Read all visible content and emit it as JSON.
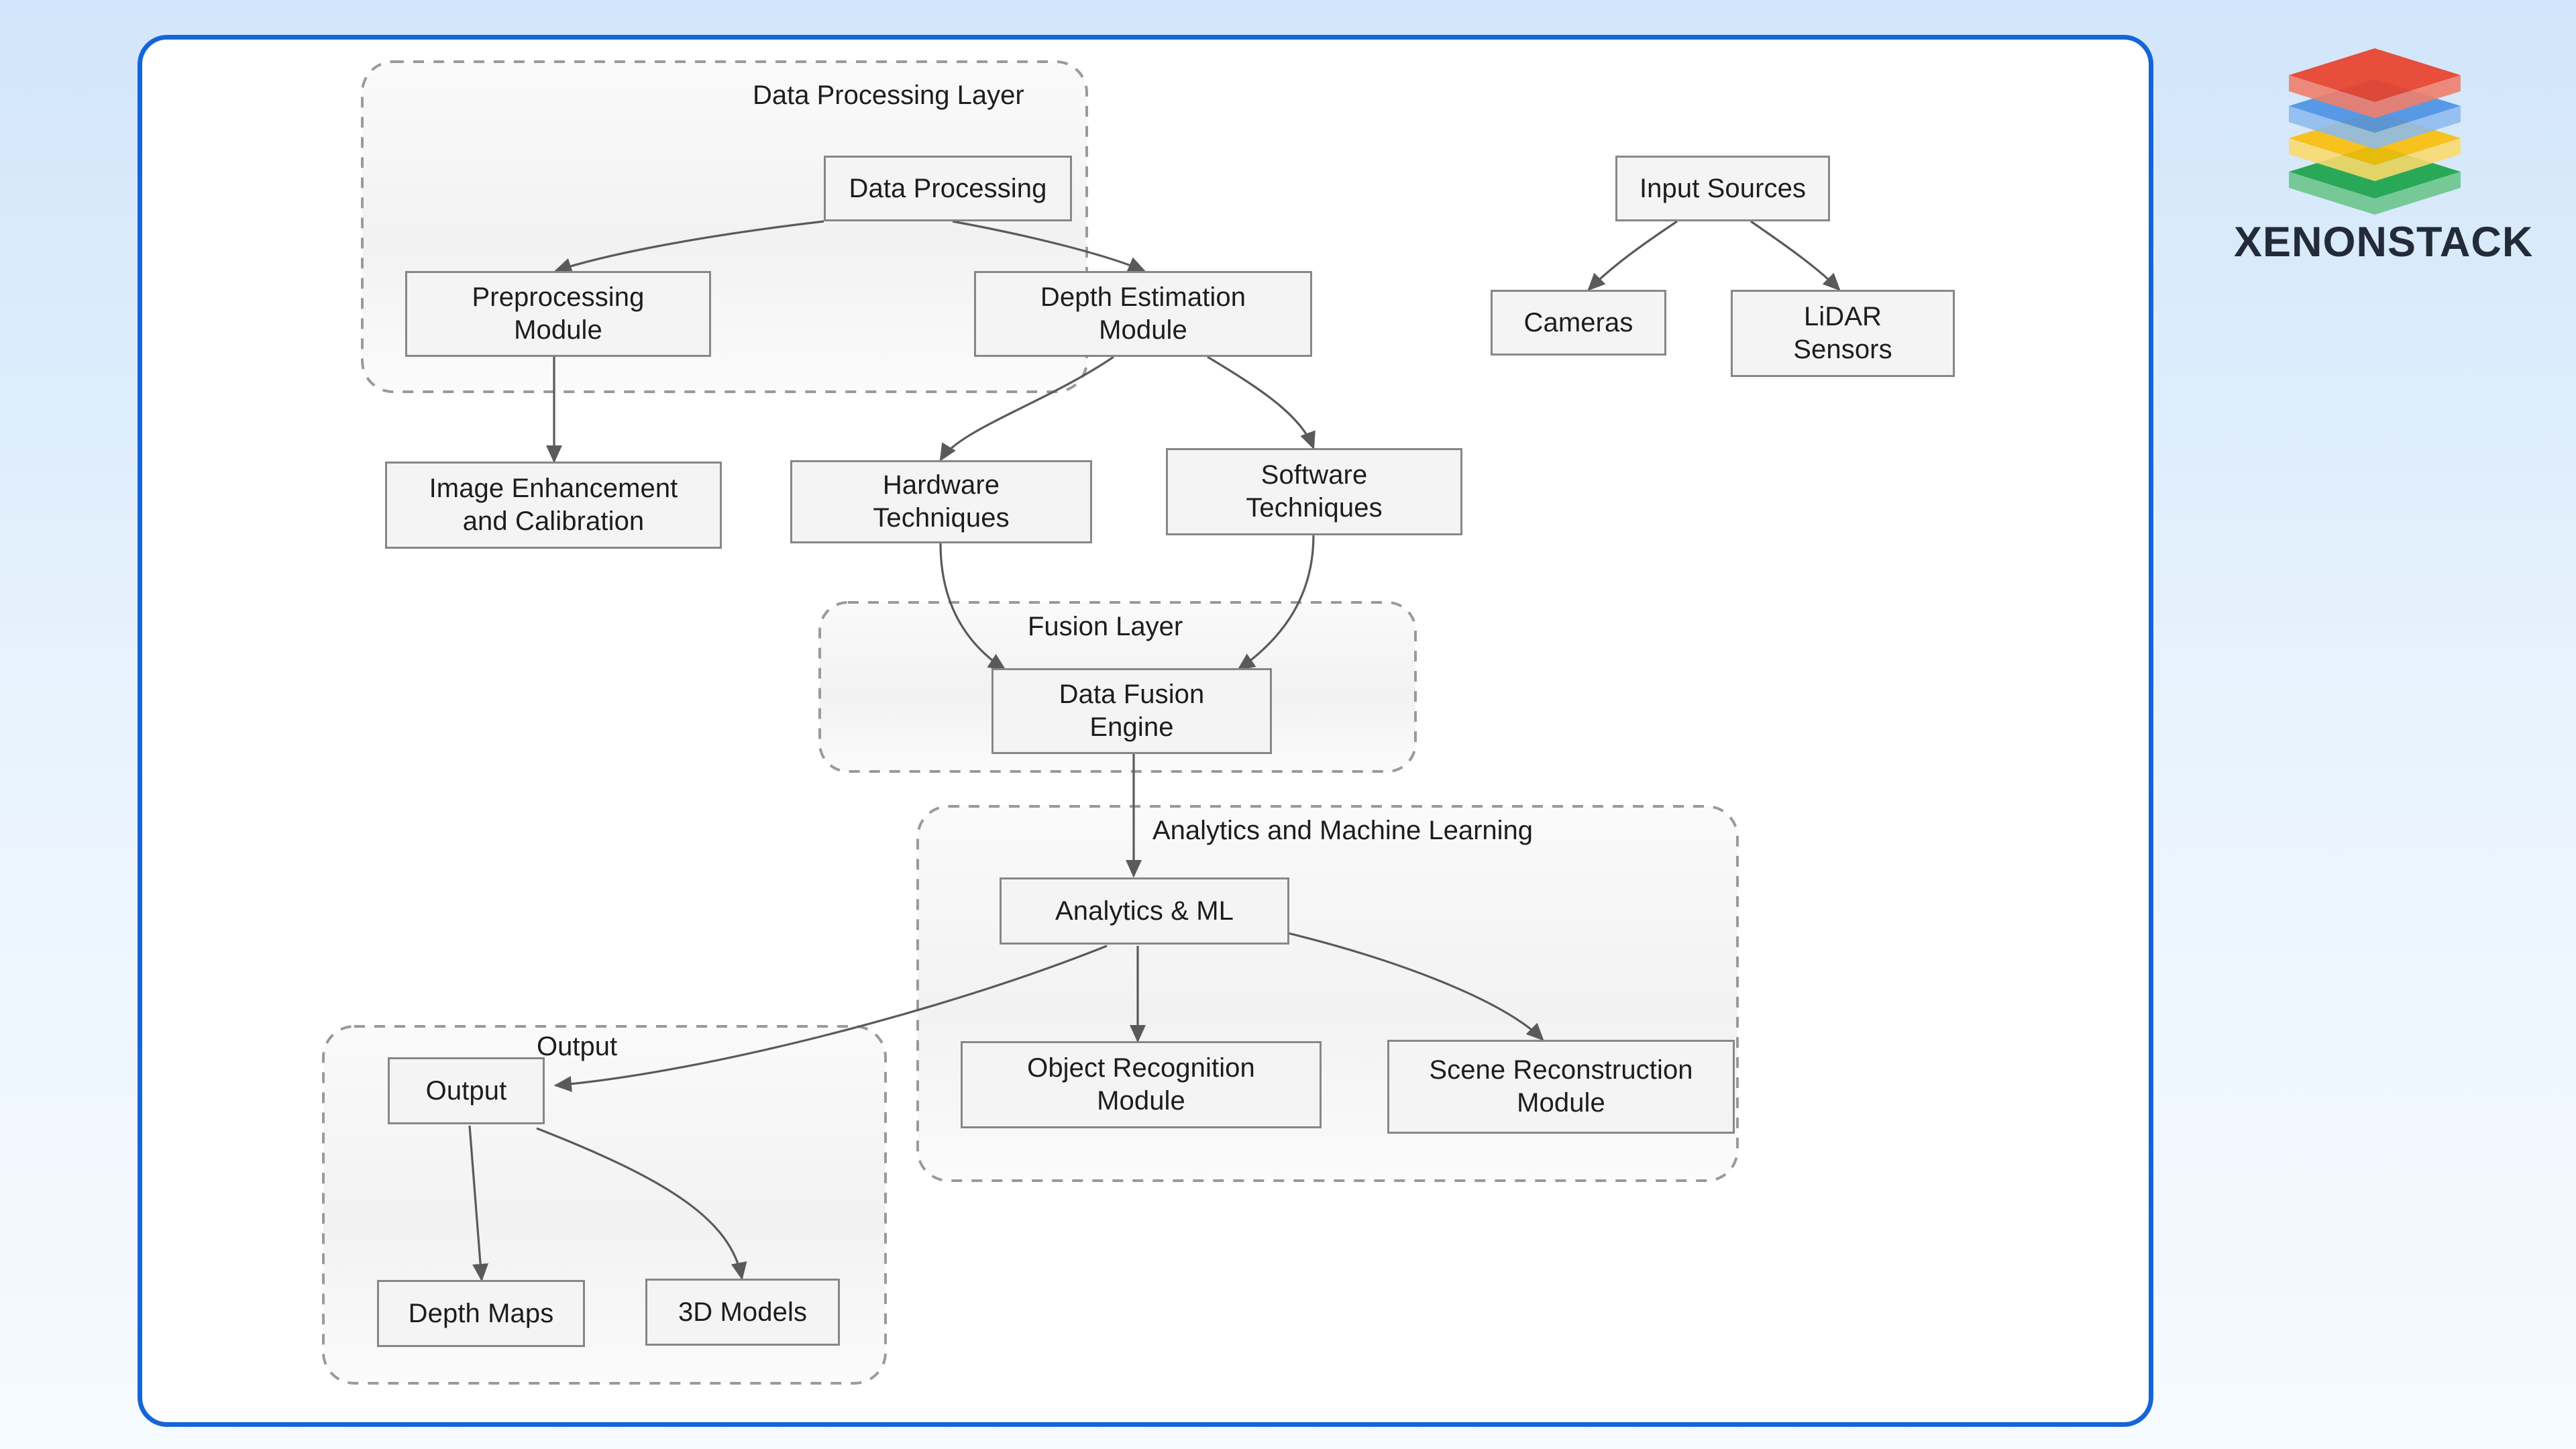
{
  "brand": {
    "name": "XENONSTACK",
    "logo_icon": "stacked-layers-icon",
    "logo_layers": [
      {
        "name": "layer-red",
        "color": "#e8412a"
      },
      {
        "name": "layer-blue",
        "color": "#4a90e2"
      },
      {
        "name": "layer-yellow",
        "color": "#fbbc05"
      },
      {
        "name": "layer-green",
        "color": "#1aa34a"
      }
    ]
  },
  "card": {
    "border_color": "#1565d8",
    "background": "#ffffff"
  },
  "theme": {
    "page_bg_top": "#d2e5fa",
    "page_bg_bottom": "#f5fafe",
    "node_fill": "#f4f4f4",
    "node_border": "#878787",
    "edge_color": "#5a5a5a",
    "text_color": "#1d1d1d"
  },
  "diagram": {
    "type": "flowchart",
    "clusters": [
      {
        "id": "data_processing_layer",
        "label": "Data Processing Layer"
      },
      {
        "id": "fusion_layer",
        "label": "Fusion Layer"
      },
      {
        "id": "analytics_ml",
        "label": "Analytics and Machine Learning"
      },
      {
        "id": "output_cluster",
        "label": "Output"
      }
    ],
    "nodes": [
      {
        "id": "data_processing",
        "label": "Data Processing",
        "cluster": "data_processing_layer"
      },
      {
        "id": "preprocessing",
        "label": "Preprocessing\nModule",
        "cluster": "data_processing_layer"
      },
      {
        "id": "depth_estimation",
        "label": "Depth Estimation\nModule",
        "cluster": "data_processing_layer"
      },
      {
        "id": "input_sources",
        "label": "Input Sources",
        "cluster": null
      },
      {
        "id": "cameras",
        "label": "Cameras",
        "cluster": null
      },
      {
        "id": "lidar_sensors",
        "label": "LiDAR\nSensors",
        "cluster": null
      },
      {
        "id": "image_enhancement",
        "label": "Image Enhancement\nand Calibration",
        "cluster": null
      },
      {
        "id": "hardware_techniques",
        "label": "Hardware\nTechniques",
        "cluster": null
      },
      {
        "id": "software_techniques",
        "label": "Software\nTechniques",
        "cluster": null
      },
      {
        "id": "data_fusion_engine",
        "label": "Data Fusion\nEngine",
        "cluster": "fusion_layer"
      },
      {
        "id": "analytics_ml_node",
        "label": "Analytics & ML",
        "cluster": "analytics_ml"
      },
      {
        "id": "object_recognition",
        "label": "Object Recognition\nModule",
        "cluster": "analytics_ml"
      },
      {
        "id": "scene_reconstruction",
        "label": "Scene Reconstruction\nModule",
        "cluster": "analytics_ml"
      },
      {
        "id": "output",
        "label": "Output",
        "cluster": "output_cluster"
      },
      {
        "id": "depth_maps",
        "label": "Depth Maps",
        "cluster": "output_cluster"
      },
      {
        "id": "models_3d",
        "label": "3D Models",
        "cluster": "output_cluster"
      }
    ],
    "edges": [
      {
        "from": "data_processing",
        "to": "preprocessing"
      },
      {
        "from": "data_processing",
        "to": "depth_estimation"
      },
      {
        "from": "input_sources",
        "to": "cameras"
      },
      {
        "from": "input_sources",
        "to": "lidar_sensors"
      },
      {
        "from": "preprocessing",
        "to": "image_enhancement"
      },
      {
        "from": "depth_estimation",
        "to": "hardware_techniques"
      },
      {
        "from": "depth_estimation",
        "to": "software_techniques"
      },
      {
        "from": "hardware_techniques",
        "to": "data_fusion_engine"
      },
      {
        "from": "software_techniques",
        "to": "data_fusion_engine"
      },
      {
        "from": "data_fusion_engine",
        "to": "analytics_ml_node"
      },
      {
        "from": "analytics_ml_node",
        "to": "object_recognition"
      },
      {
        "from": "analytics_ml_node",
        "to": "scene_reconstruction"
      },
      {
        "from": "analytics_ml_node",
        "to": "output"
      },
      {
        "from": "output",
        "to": "depth_maps"
      },
      {
        "from": "output",
        "to": "models_3d"
      }
    ]
  }
}
